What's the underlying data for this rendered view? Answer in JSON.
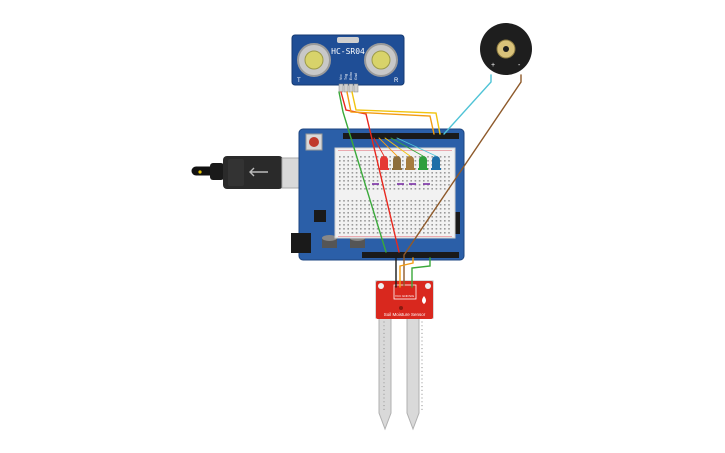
{
  "ultrasonic": {
    "model": "HC-SR04",
    "pins": [
      "Vcc",
      "Trig",
      "Echo",
      "Gnd"
    ],
    "corner_marks": [
      "T",
      "R"
    ]
  },
  "buzzer": {
    "positive_mark": "+",
    "negative_mark": "-"
  },
  "soil_sensor": {
    "label": "Soil Moisture Sensor",
    "pins": [
      "VCC",
      "GND",
      "SIG"
    ]
  },
  "leds": {
    "colors": [
      "#e53935",
      "#8d6e3c",
      "#a67c3d",
      "#2e9e3e",
      "#1e6fa8"
    ]
  },
  "wires": {
    "colors": {
      "red": "#e8281e",
      "orange": "#f39c12",
      "yellow": "#f1c40f",
      "green": "#3aa93a",
      "cyan": "#4fc3d6",
      "brown": "#8e5a2b"
    }
  },
  "board": {
    "color": "#2b5fa8",
    "breadboard_color": "#f2f2f2"
  }
}
